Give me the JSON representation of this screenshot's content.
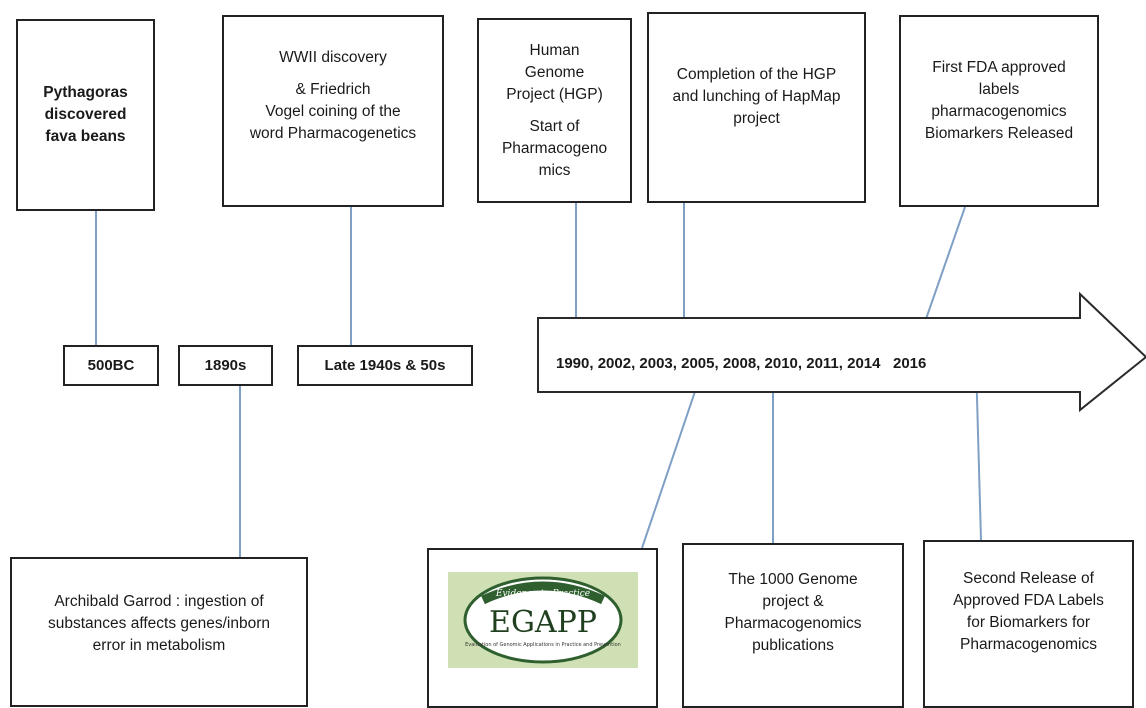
{
  "events_top": [
    {
      "lines": [
        "Pythagoras",
        "discovered",
        "fava beans"
      ]
    },
    {
      "lines": [
        "WWII discovery",
        "",
        "& Friedrich",
        "Vogel coining of the",
        "word Pharmacogenetics"
      ]
    },
    {
      "lines": [
        "Human",
        "Genome",
        "Project (HGP)",
        "",
        "Start of",
        "Pharmacogeno",
        "mics"
      ]
    },
    {
      "lines": [
        "Completion of the HGP",
        "and lunching of HapMap",
        "project"
      ]
    },
    {
      "lines": [
        "First FDA approved",
        "labels",
        "pharmacogenomics",
        "Biomarkers Released"
      ]
    }
  ],
  "dates": {
    "d500bc": "500BC",
    "d1890s": "1890s",
    "dlate1940s": "Late 1940s & 50s",
    "arrow": "1990, 2002, 2003, 2005, 2008, 2010, 2011, 2014   2016"
  },
  "events_bottom": [
    {
      "lines": [
        "Archibald Garrod : ingestion of",
        "substances affects genes/inborn",
        "error in metabolism"
      ]
    },
    {
      "lines": [
        "The 1000 Genome",
        "project &",
        "Pharmacogenomics",
        "publications"
      ]
    },
    {
      "lines": [
        "Second Release of",
        "Approved FDA Labels",
        "for Biomarkers for",
        "Pharmacogenomics"
      ]
    }
  ],
  "logo": {
    "top_text": "Evidence to Practice",
    "main_text": "EGAPP",
    "sub_text": "Evaluation of Genomic Applications in Practice and Prevention"
  }
}
